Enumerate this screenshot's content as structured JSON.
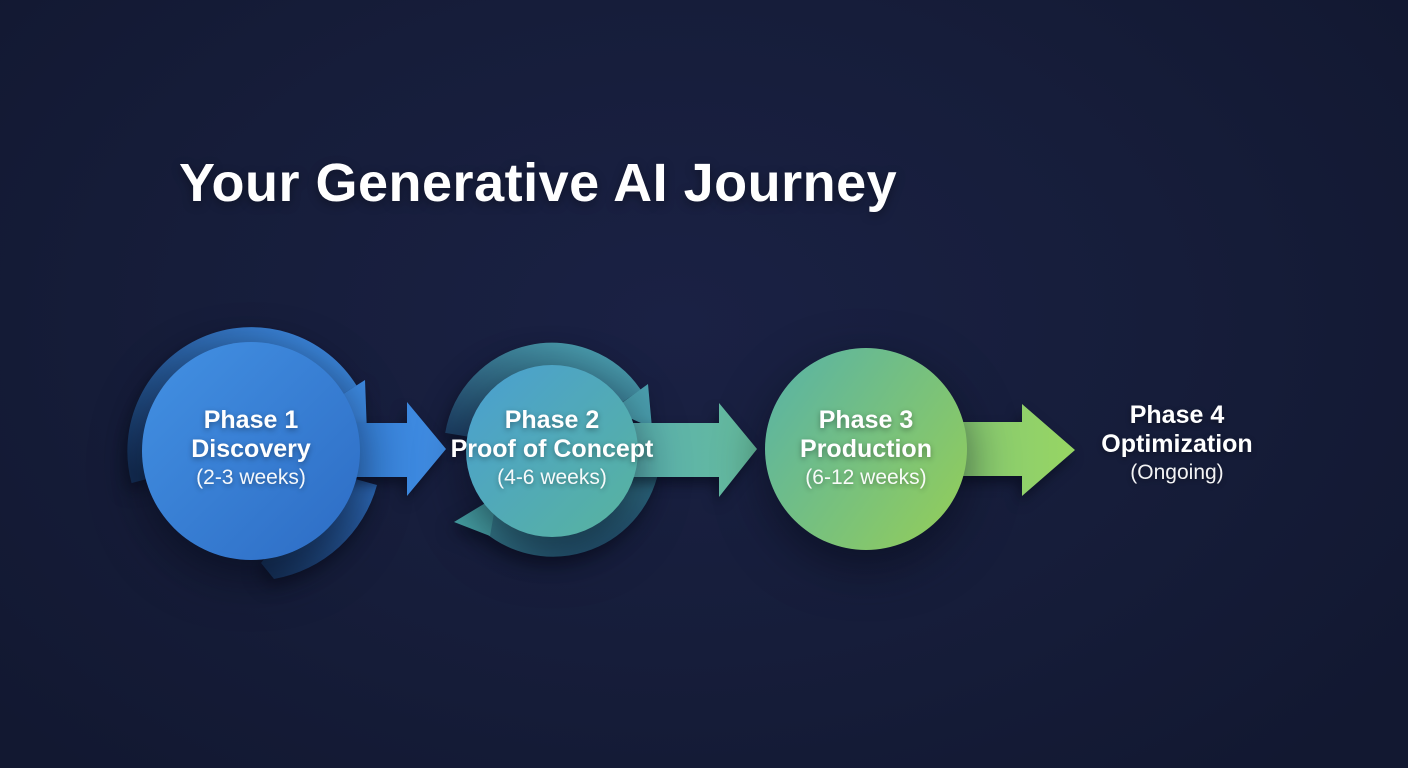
{
  "title": "Your Generative AI Journey",
  "colors": {
    "background": "#161d3a",
    "title": "#ffffff",
    "text_primary": "#ffffff",
    "phase1_circle": [
      "#4391e3",
      "#2d6cc4"
    ],
    "phase1_swoosh": [
      "#132e55",
      "#3d89e0"
    ],
    "phase1_tail": [
      "#2f6fc0",
      "#142f55"
    ],
    "arrow1": [
      "#2f77cf",
      "#418ee4"
    ],
    "phase2_circle": [
      "#4a9fd2",
      "#58b49d"
    ],
    "phase2_swoosh": [
      "#1d3f63",
      "#4b9fae"
    ],
    "phase2_swoosh_bottom": [
      "#46a0a4",
      "#1f4a6a"
    ],
    "arrow2": [
      "#57aeb6",
      "#66bb9b"
    ],
    "phase3_circle": [
      "#57b2a8",
      "#8ecb60"
    ],
    "arrow3": [
      "#7fc57b",
      "#97d563"
    ]
  },
  "phases": [
    {
      "label": "Phase 1",
      "name": "Discovery",
      "duration": "(2-3 weeks)"
    },
    {
      "label": "Phase 2",
      "name": "Proof of Concept",
      "duration": "(4-6 weeks)"
    },
    {
      "label": "Phase 3",
      "name": "Production",
      "duration": "(6-12 weeks)"
    },
    {
      "label": "Phase 4",
      "name": "Optimization",
      "duration": "(Ongoing)"
    }
  ],
  "arrows": [
    {
      "from": "Phase 1",
      "to": "Phase 2"
    },
    {
      "from": "Phase 2",
      "to": "Phase 3"
    },
    {
      "from": "Phase 3",
      "to": "Phase 4"
    }
  ]
}
